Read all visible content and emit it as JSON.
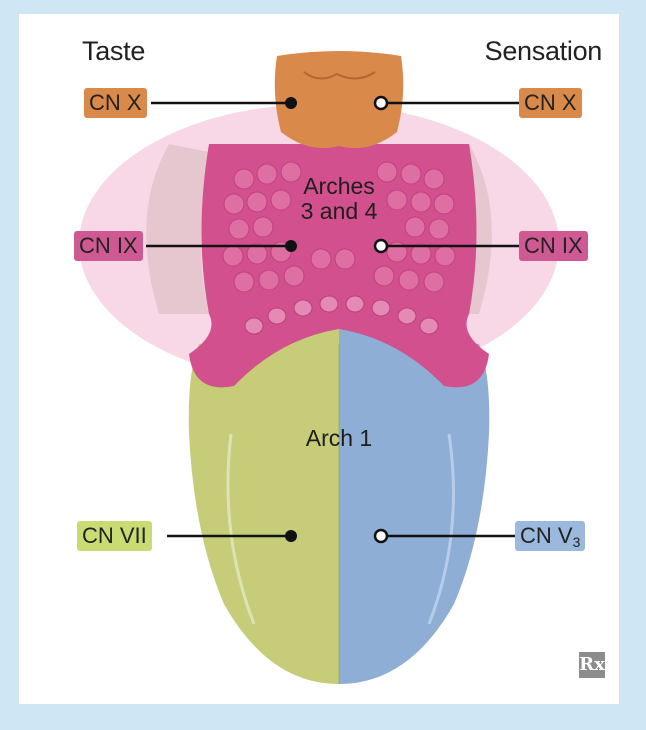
{
  "headings": {
    "taste": "Taste",
    "sensation": "Sensation"
  },
  "labels": {
    "left": {
      "top": "CN X",
      "middle": "CN IX",
      "bottom": "CN VII"
    },
    "right": {
      "top": "CN X",
      "middle": "CN IX",
      "bottom_main": "CN V",
      "bottom_sub": "3"
    }
  },
  "regions": {
    "arches_line1": "Arches",
    "arches_line2": "3 and 4",
    "arch1": "Arch 1"
  },
  "logo": "Rx",
  "colors": {
    "epiglottis": "#d9894a",
    "posterior": "#d2508e",
    "taste_anterior": "#c6cc78",
    "sensation_anterior": "#8eaed6",
    "tag_cn10": "#d9894a",
    "tag_cn9": "#cf5a93",
    "tag_cn7": "#c9dc74",
    "tag_cn5": "#9ab9dc"
  }
}
